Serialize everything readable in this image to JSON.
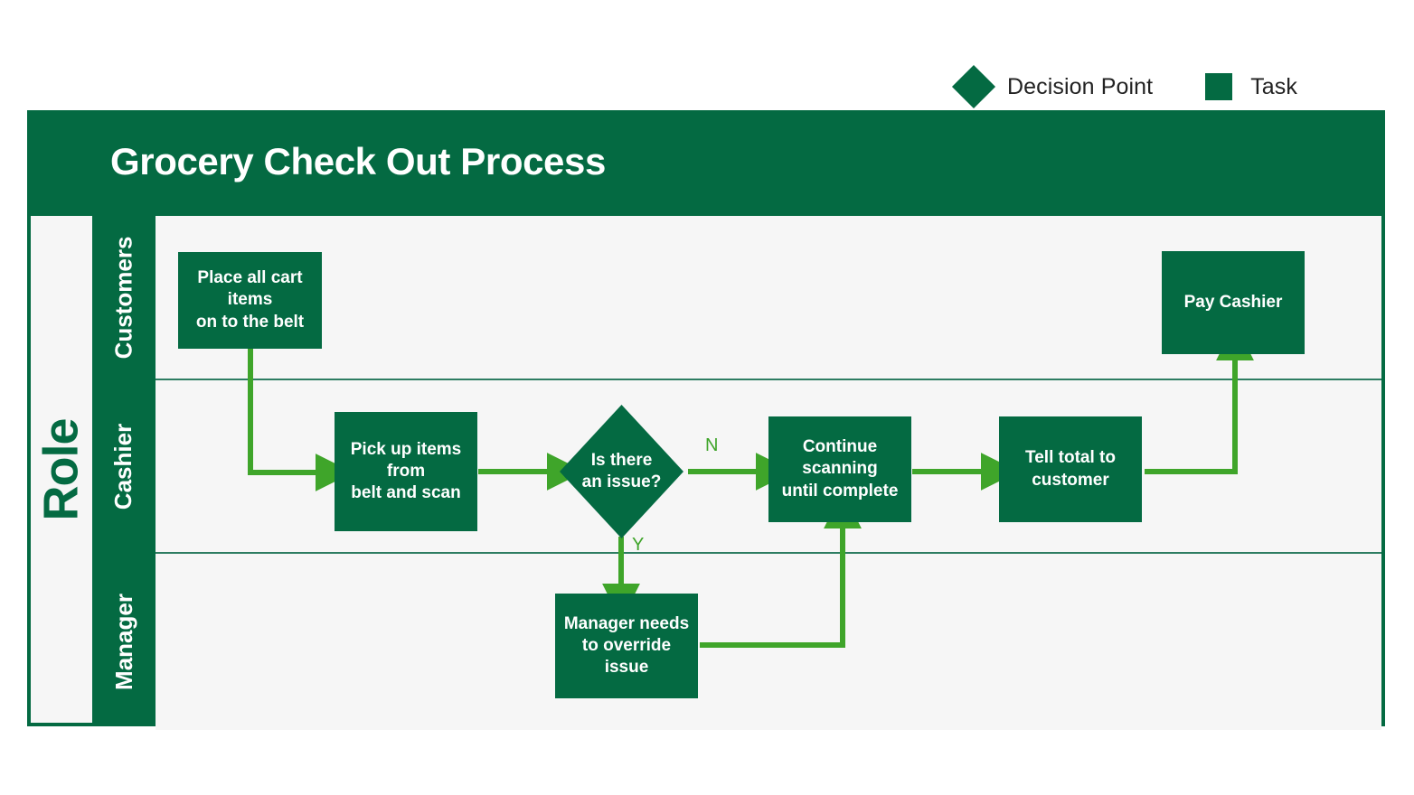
{
  "legend": {
    "items": [
      {
        "icon": "diamond-icon",
        "label": "Decision Point",
        "color": "#046A42"
      },
      {
        "icon": "square-icon",
        "label": "Task",
        "color": "#046A42"
      }
    ]
  },
  "diagram": {
    "title": "Grocery Check Out Process",
    "role_axis_label": "Role",
    "colors": {
      "brand_green": "#046A42",
      "arrow_green": "#3FA52A",
      "lane_background": "#f6f6f6",
      "divider": "#2e7d62",
      "node_text": "#ffffff"
    },
    "lanes": [
      {
        "id": "customers",
        "label": "Customers"
      },
      {
        "id": "cashier",
        "label": "Cashier"
      },
      {
        "id": "manager",
        "label": "Manager"
      }
    ],
    "nodes": [
      {
        "id": "place-items",
        "lane": "customers",
        "type": "task",
        "label": "Place all cart items\non to the belt"
      },
      {
        "id": "pay-cashier",
        "lane": "customers",
        "type": "task",
        "label": "Pay Cashier"
      },
      {
        "id": "pick-up-scan",
        "lane": "cashier",
        "type": "task",
        "label": "Pick up items from\nbelt and scan"
      },
      {
        "id": "is-there-issue",
        "lane": "cashier",
        "type": "decision",
        "label": "Is there\nan issue?"
      },
      {
        "id": "continue-scanning",
        "lane": "cashier",
        "type": "task",
        "label": "Continue scanning\nuntil complete"
      },
      {
        "id": "tell-total",
        "lane": "cashier",
        "type": "task",
        "label": "Tell total to\ncustomer"
      },
      {
        "id": "manager-override",
        "lane": "manager",
        "type": "task",
        "label": "Manager needs\nto override\nissue"
      }
    ],
    "edges": [
      {
        "from": "place-items",
        "to": "pick-up-scan",
        "label": ""
      },
      {
        "from": "pick-up-scan",
        "to": "is-there-issue",
        "label": ""
      },
      {
        "from": "is-there-issue",
        "to": "continue-scanning",
        "label": "N"
      },
      {
        "from": "is-there-issue",
        "to": "manager-override",
        "label": "Y"
      },
      {
        "from": "manager-override",
        "to": "continue-scanning",
        "label": ""
      },
      {
        "from": "continue-scanning",
        "to": "tell-total",
        "label": ""
      },
      {
        "from": "tell-total",
        "to": "pay-cashier",
        "label": ""
      }
    ]
  }
}
